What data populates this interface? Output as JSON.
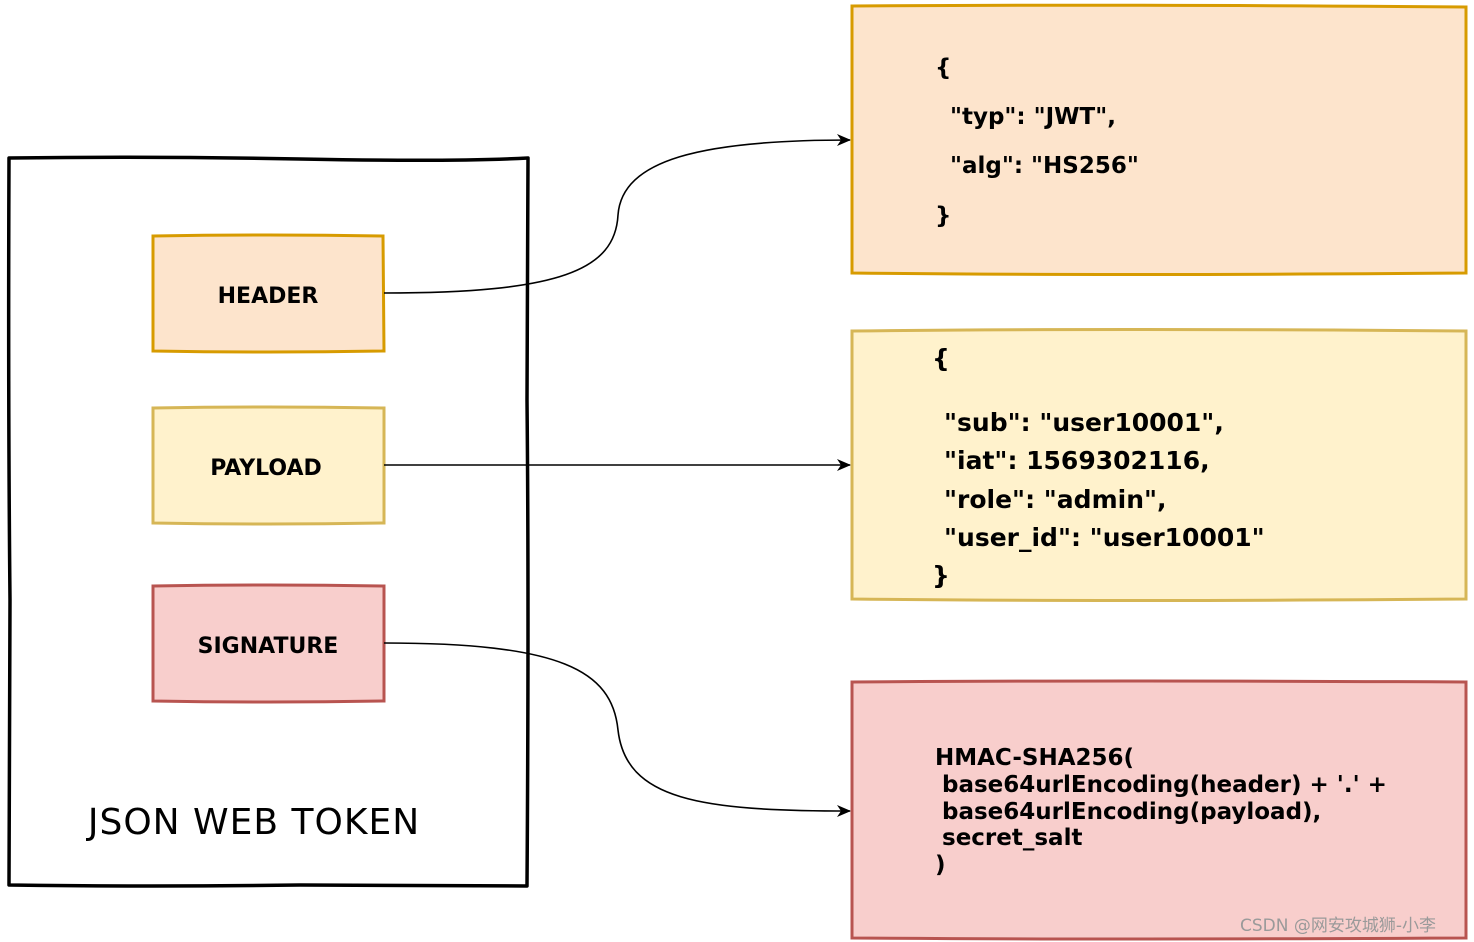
{
  "colors": {
    "header_fill": "#fde4cc",
    "header_stroke": "#d79b00",
    "payload_fill": "#fff2cc",
    "payload_stroke": "#d6b656",
    "signature_fill": "#f8cecc",
    "signature_stroke": "#b85450",
    "outline": "#000000"
  },
  "token": {
    "title": "JSON WEB TOKEN",
    "parts": {
      "header": "HEADER",
      "payload": "PAYLOAD",
      "signature": "SIGNATURE"
    }
  },
  "header_json": {
    "open": "{",
    "line1": "\"typ\": \"JWT\",",
    "line2": "\"alg\": \"HS256\"",
    "close": "}"
  },
  "payload_json": {
    "open": "{",
    "line1": "\"sub\": \"user10001\",",
    "line2": "\"iat\": 1569302116,",
    "line3": "\"role\": \"admin\",",
    "line4": "\"user_id\": \"user10001\"",
    "close": "}"
  },
  "signature_formula": {
    "line1": "HMAC-SHA256(",
    "line2": "base64urlEncoding(header) + '.' +",
    "line3": "base64urlEncoding(payload),",
    "line4": "secret_salt",
    "line5": ")"
  },
  "watermark": "CSDN @网安攻城狮-小李"
}
